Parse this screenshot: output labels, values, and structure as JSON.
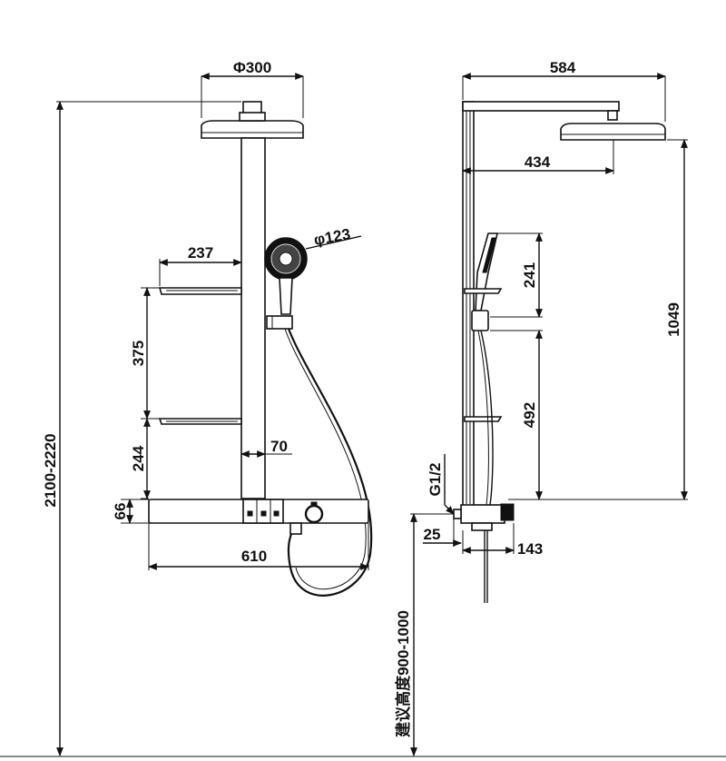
{
  "front_view": {
    "head_diameter": "Φ300",
    "handset_diameter": "φ123",
    "shelf_width": "237",
    "shelf_spacing": "375",
    "shelf_to_bar": "244",
    "bar_height": "66",
    "bar_width": "610",
    "pipe_width": "70",
    "total_height": "2100-2220"
  },
  "side_view": {
    "arm_reach": "584",
    "head_offset": "434",
    "handset_length": "241",
    "handset_to_bar": "492",
    "head_height": "1049",
    "inlet_thread": "G1/2",
    "wall_offset": "25",
    "bar_depth": "143",
    "recommended_height": "建议高度900-1000"
  }
}
